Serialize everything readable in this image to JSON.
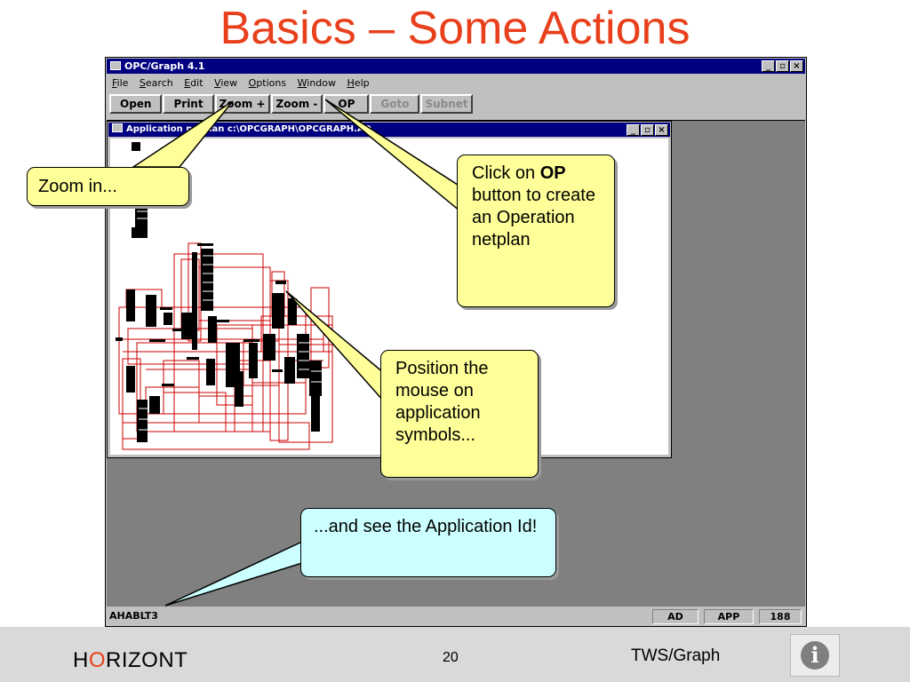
{
  "slide": {
    "title": "Basics – Some Actions",
    "brand_h": "H",
    "brand_o": "O",
    "brand_rest": "RIZONT",
    "page_number": "20",
    "product": "TWS/Graph",
    "info_icon": "i"
  },
  "window": {
    "title": "OPC/Graph 4.1",
    "controls": {
      "minimize": "_",
      "maximize": "▫",
      "close": "×"
    },
    "menu": [
      "File",
      "Search",
      "Edit",
      "View",
      "Options",
      "Window",
      "Help"
    ],
    "toolbar": {
      "open": "Open",
      "print": "Print",
      "zoom_in": "Zoom +",
      "zoom_out": "Zoom -",
      "op": "OP",
      "goto": "Goto",
      "subnet": "Subnet"
    },
    "child": {
      "title": "Application netplan c:\\OPCGRAPH\\OPCGRAPH.AD"
    },
    "status": {
      "app_id": "AHABLT3",
      "mode": "AD",
      "type": "APP",
      "count": "188"
    }
  },
  "callouts": {
    "zoom": "Zoom in...",
    "op_prefix": "Click on ",
    "op_bold": "OP",
    "op_rest": "button to create an Operation netplan",
    "position": "Position the mouse on application symbols...",
    "appid": "...and see the Application Id!"
  },
  "colors": {
    "title": "#e8401c",
    "titlebar": "#000080",
    "netplan_lines": "#cc0000",
    "callout_yellow": "#ffff99",
    "callout_cyan": "#ccffff"
  }
}
